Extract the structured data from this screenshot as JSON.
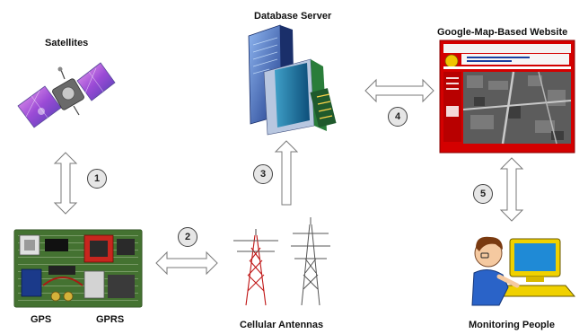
{
  "nodes": {
    "satellites": "Satellites",
    "database_server": "Database Server",
    "website": "Google-Map-Based Website",
    "gps": "GPS",
    "gprs": "GPRS",
    "cellular_antennas": "Cellular Antennas",
    "monitoring_people": "Monitoring People"
  },
  "steps": [
    "1",
    "2",
    "3",
    "4",
    "5"
  ],
  "colors": {
    "arrow_fill": "#ffffff",
    "arrow_stroke": "#7a7a7a",
    "circuit_board": "#4f7d3a",
    "website_frame": "#d40000",
    "server_blue": "#2c4fa8",
    "tower_red": "#c01818"
  }
}
